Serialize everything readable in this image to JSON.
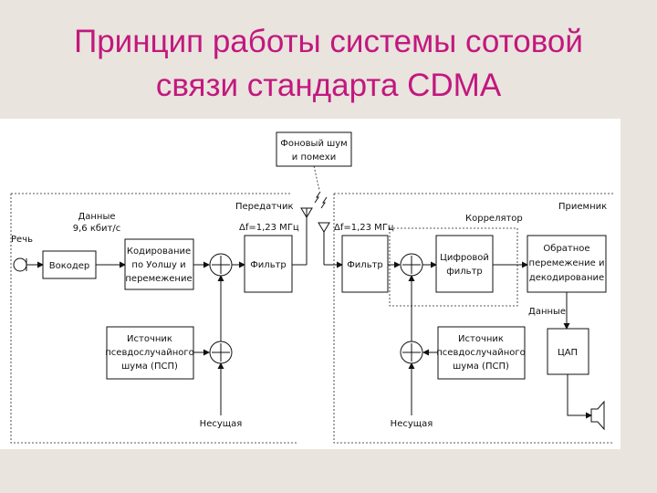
{
  "slide": {
    "title_line1": "Принцип работы системы сотовой",
    "title_line2": "связи стандарта CDMA"
  },
  "diagram": {
    "noise_box": [
      "Фоновый шум",
      "и помехи"
    ],
    "transmitter_label": "Передатчик",
    "receiver_label": "Приемник",
    "correlator_label": "Коррелятор",
    "speech_label": "Речь",
    "data_in_label": [
      "Данные",
      "9,6 кбит/с"
    ],
    "bandwidth_tx": "Δf=1,23 МГц",
    "bandwidth_rx": "Δf=1,23 МГц",
    "vocoder": "Вокодер",
    "coding_box": [
      "Кодирование",
      "по Уолшу и",
      "перемежение"
    ],
    "filter_tx": "Фильтр",
    "filter_rx": "Фильтр",
    "pn_source_tx": [
      "Источник",
      "псевдослучайного",
      "шума (ПСП)"
    ],
    "pn_source_rx": [
      "Источник",
      "псевдослучайного",
      "шума (ПСП)"
    ],
    "carrier_tx": "Несущая",
    "carrier_rx": "Несущая",
    "digital_filter": [
      "Цифровой",
      "фильтр"
    ],
    "deinterleave_box": [
      "Обратное",
      "перемежение и",
      "декодирование"
    ],
    "data_out_label": "Данные",
    "dac": "ЦАП"
  }
}
